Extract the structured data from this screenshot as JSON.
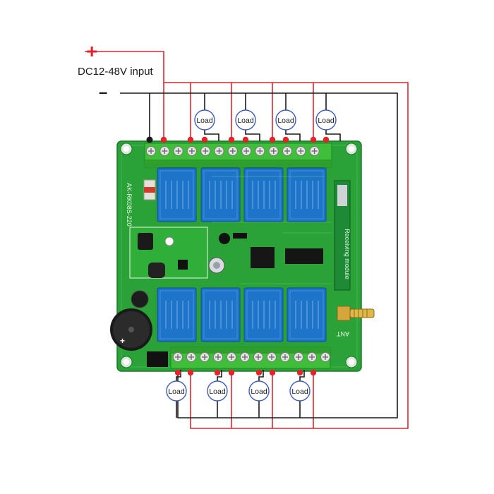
{
  "supply": {
    "plus_symbol": "+",
    "minus_symbol": "–",
    "label": "DC12-48V input"
  },
  "load_label": "Load",
  "board": {
    "model_text": "AK-RK08S-220",
    "module_text": "Receiving module",
    "antenna_text": "ANT",
    "plus_mark": "+"
  },
  "colors": {
    "positive_wire": "#e8222a",
    "negative_wire": "#1a1a1a",
    "board_green": "#2aa238",
    "relay_blue": "#1e74c8",
    "terminal_green": "#46c23c",
    "load_stroke": "#3a5cc8"
  },
  "icons": [
    "lamp-load-icon",
    "relay-icon",
    "antenna-icon",
    "buzzer-icon",
    "terminal-block-icon"
  ]
}
